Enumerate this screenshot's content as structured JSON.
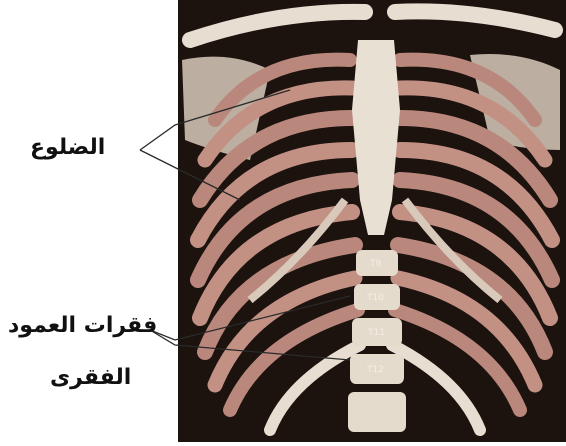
{
  "labels": {
    "ribs": "الضلوع",
    "spine_line1": "فقرات العمود",
    "spine_line2": "الفقرى"
  },
  "vertebrae": [
    "T9",
    "T10",
    "T11",
    "T12"
  ],
  "colors": {
    "background": "#ffffff",
    "panel": "#1c120e",
    "bone": "#e7ddd0",
    "muscle": "#b9877b",
    "cartilage": "#d9c9bb",
    "leader_line": "#2a2a2a"
  }
}
